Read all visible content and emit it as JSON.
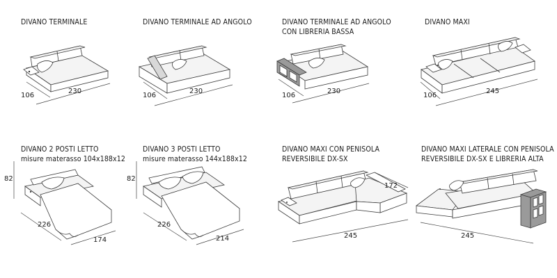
{
  "items": [
    {
      "title": [
        "DIVANO TERMINALE"
      ],
      "dims": [
        "106",
        "230"
      ]
    },
    {
      "title": [
        "DIVANO TERMINALE AD ANGOLO"
      ],
      "dims": [
        "106",
        "230"
      ]
    },
    {
      "title": [
        "DIVANO TERMINALE AD ANGOLO",
        "CON LIBRERIA BASSA"
      ],
      "dims": [
        "106",
        "230"
      ]
    },
    {
      "title": [
        "DIVANO MAXI"
      ],
      "dims": [
        "106",
        "245"
      ]
    },
    {
      "title": [
        "DIVANO 2 POSTI LETTO",
        "misure materasso 104x188x12"
      ],
      "dims": [
        "82",
        "226",
        "174"
      ]
    },
    {
      "title": [
        "DIVANO 3 POSTI LETTO",
        "misure materasso 144x188x12"
      ],
      "dims": [
        "82",
        "226",
        "214"
      ]
    },
    {
      "title": [
        "DIVANO MAXI CON PENISOLA",
        "REVERSIBILE DX-SX"
      ],
      "dims": [
        "172",
        "245"
      ]
    },
    {
      "title": [
        "DIVANO MAXI LATERALE CON PENISOLA",
        "REVERSIBILE DX-SX E LIBRERIA ALTA"
      ],
      "dims": [
        "245"
      ]
    }
  ]
}
